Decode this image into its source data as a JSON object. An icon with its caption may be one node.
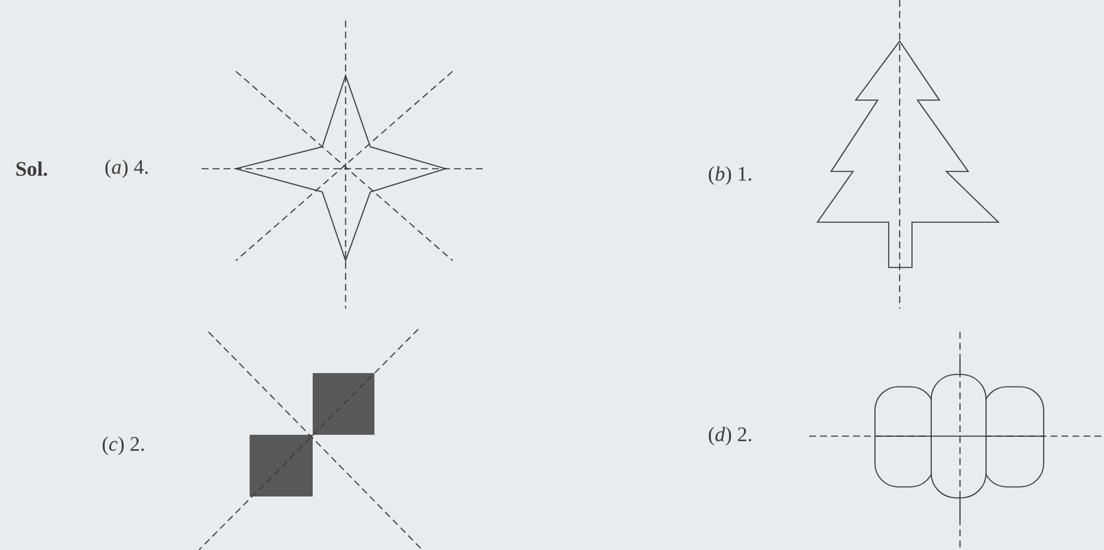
{
  "diagram": {
    "labels": [
      "Sol.",
      "(*a*) 4.",
      "(*b*) 1.",
      "(*c*) 2.",
      "(*d*) 2."
    ]
  }
}
